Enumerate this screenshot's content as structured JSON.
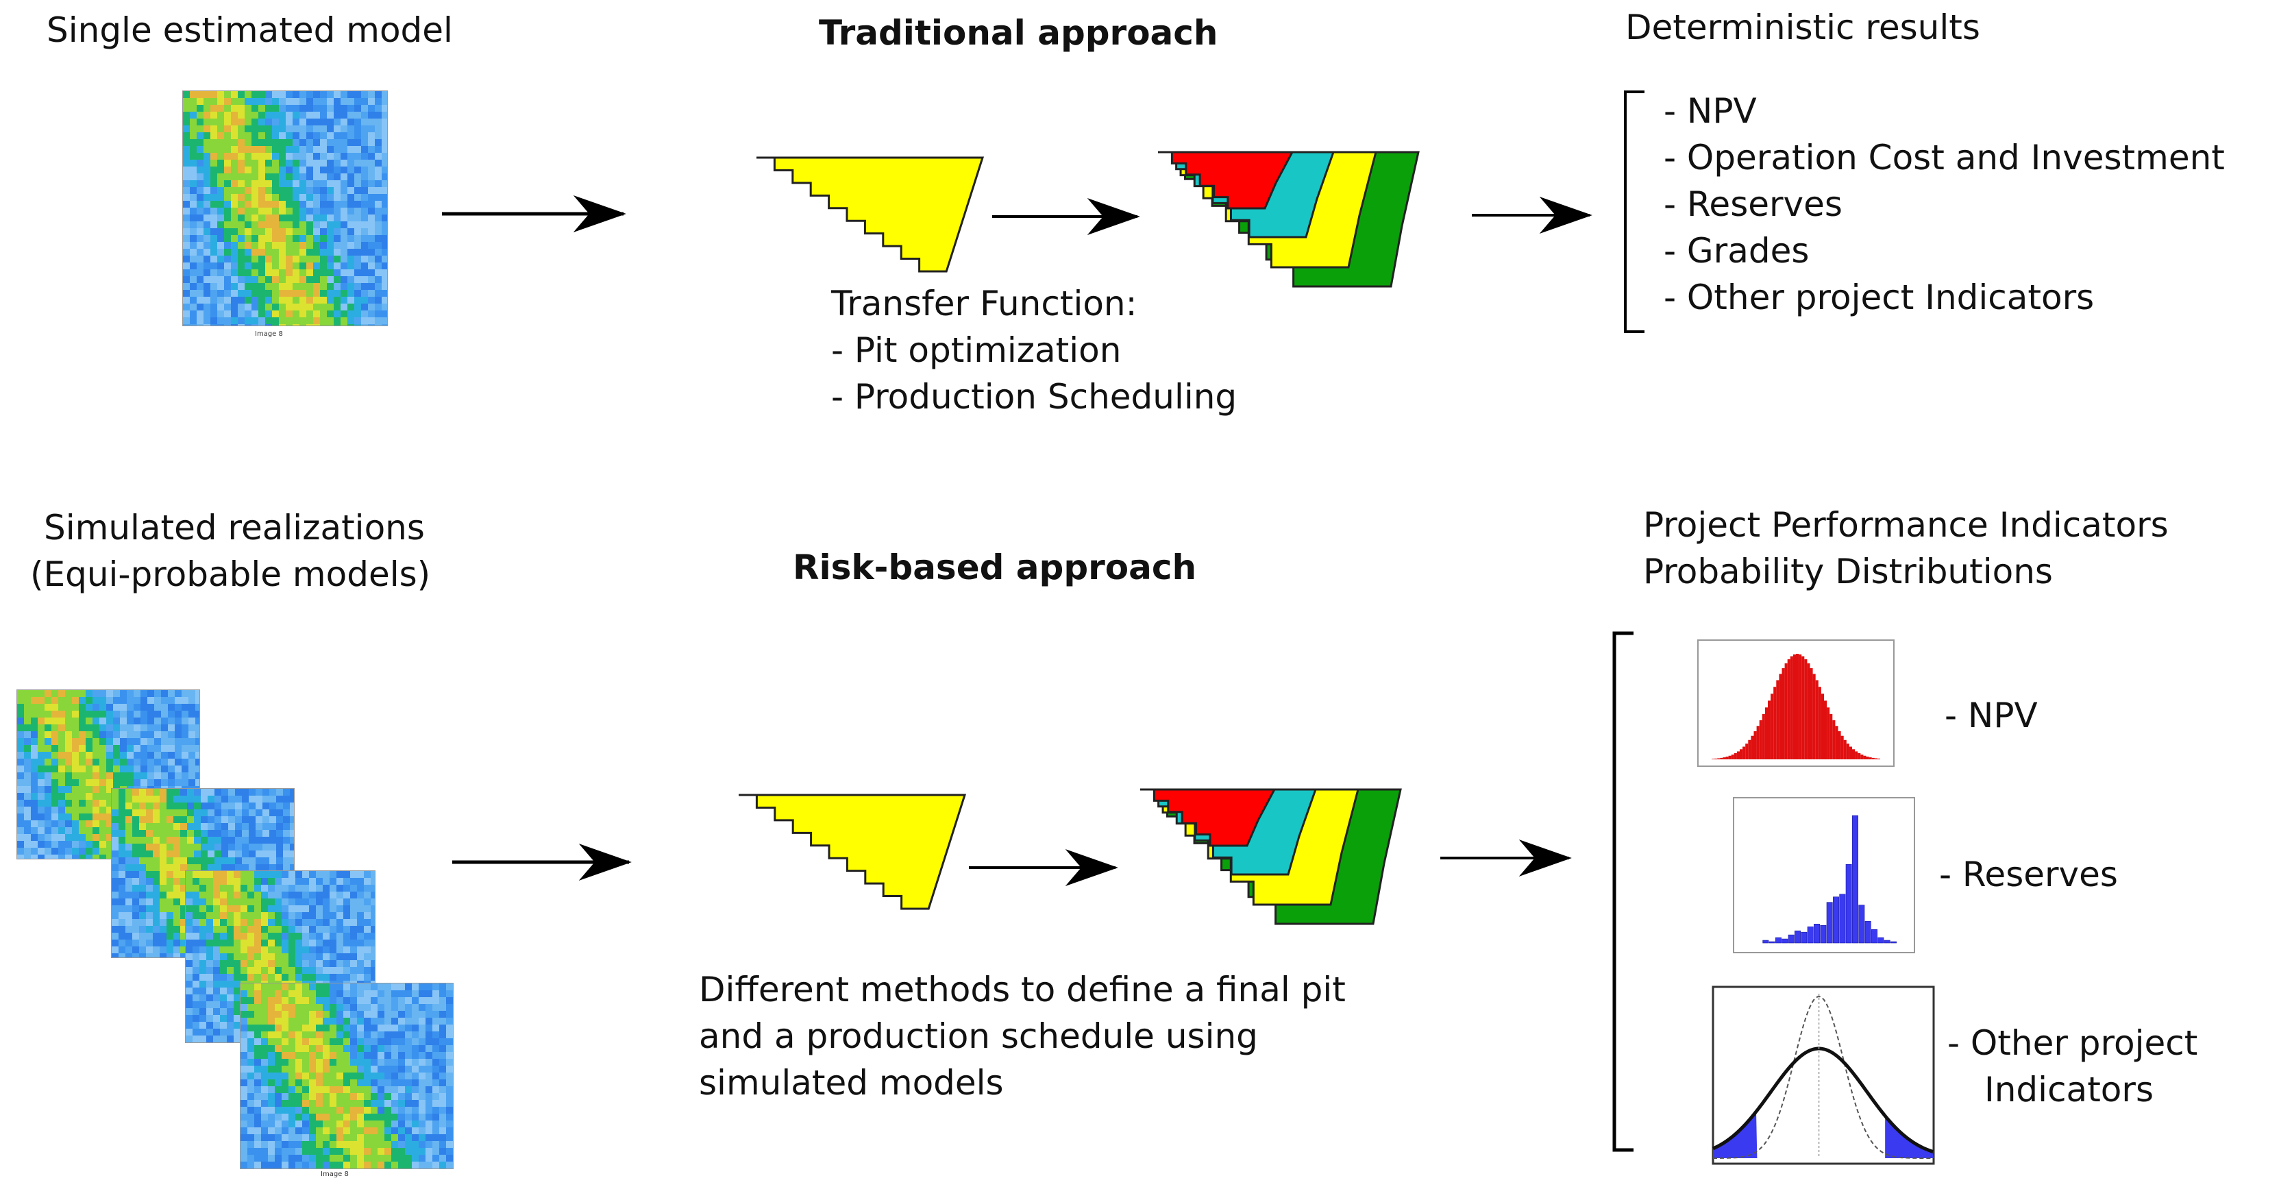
{
  "traditional": {
    "input_title": "Single estimated model",
    "approach_title": "Traditional approach",
    "transfer_function": [
      "Transfer Function:",
      "- Pit optimization",
      "- Production Scheduling"
    ],
    "results_title": "Deterministic results",
    "results": [
      "- NPV",
      "- Operation Cost and Investment",
      "- Reserves",
      "- Grades",
      "- Other project Indicators"
    ],
    "map_caption": "Image 8"
  },
  "risk": {
    "input_title": [
      "Simulated realizations",
      "(Equi-probable models)"
    ],
    "approach_title": "Risk-based approach",
    "description": [
      "Different methods to define a final pit",
      "and a production schedule using",
      "simulated models"
    ],
    "results_title": [
      "Project Performance Indicators",
      "Probability Distributions"
    ],
    "indicators": [
      "- NPV",
      "- Reserves",
      "- Other project",
      "Indicators"
    ],
    "map_caption": "Image 8"
  },
  "colors": {
    "pit_yellow": "#ffff00",
    "phase_red": "#ff0000",
    "phase_cyan": "#19c6c6",
    "phase_green": "#0aa00a",
    "hist_red": "#e01010",
    "hist_blue": "#3a3af0"
  },
  "icons": [
    "arrow-icon",
    "bracket-icon",
    "pit-icon",
    "phased-pit-icon",
    "block-model-map",
    "histogram",
    "distribution-curve"
  ]
}
